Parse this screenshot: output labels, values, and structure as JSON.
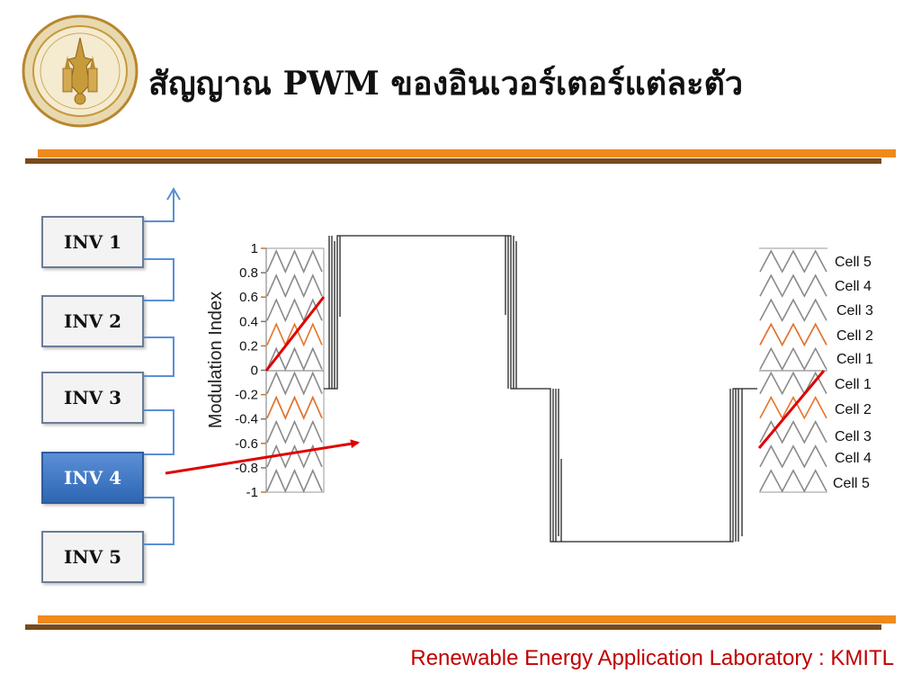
{
  "slide": {
    "title": "สัญญาณ PWM ของอินเวอร์เตอร์แต่ละตัว",
    "footer": "Renewable Energy Application Laboratory : KMITL"
  },
  "colors": {
    "top_bar_orange": "#f08a1c",
    "top_bar_brown": "#7a4a1a",
    "footer_text": "#c00000",
    "highlight_box": "#2e66b4",
    "carrier_gray": "#8a8a8a",
    "carrier_orange": "#e8742a",
    "reference_red": "#e00000",
    "connector_blue": "#5b8fd6"
  },
  "inverters": [
    {
      "label": "INV 1",
      "active": false
    },
    {
      "label": "INV 2",
      "active": false
    },
    {
      "label": "INV 3",
      "active": false
    },
    {
      "label": "INV 4",
      "active": true
    },
    {
      "label": "INV 5",
      "active": false
    }
  ],
  "carrier_plot": {
    "ylabel": "Modulation Index",
    "ticks": [
      "1",
      "0.8",
      "0.6",
      "0.4",
      "0.2",
      "0",
      "-0.2",
      "-0.4",
      "-0.6",
      "-0.8",
      "-1"
    ],
    "tick_values": [
      1,
      0.8,
      0.6,
      0.4,
      0.2,
      0,
      -0.2,
      -0.4,
      -0.6,
      -0.8,
      -1
    ],
    "highlighted_band": [
      0.2,
      0.4
    ]
  },
  "right_cells": {
    "upper": [
      "Cell 5",
      "Cell 4",
      "Cell 3",
      "Cell 2",
      "Cell 1"
    ],
    "lower": [
      "Cell 1",
      "Cell 2",
      "Cell 3",
      "Cell 4",
      "Cell 5"
    ],
    "highlighted_band": [
      -0.4,
      -0.2
    ]
  },
  "waveform": {
    "levels": [
      1,
      0,
      -1
    ]
  }
}
